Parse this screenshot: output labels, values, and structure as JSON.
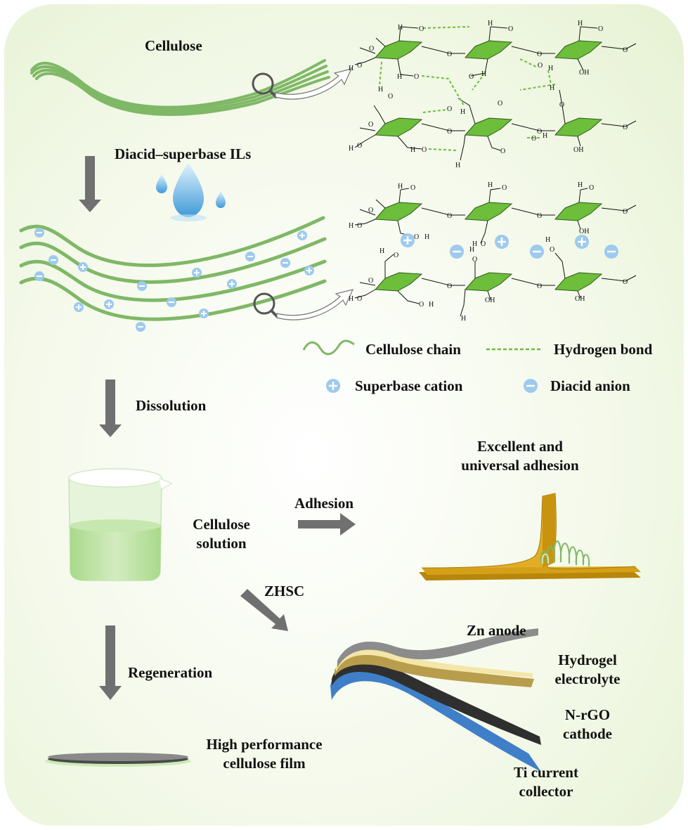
{
  "labels": {
    "cellulose": "Cellulose",
    "ils": "Diacid–superbase ILs",
    "dissolution": "Dissolution",
    "solution": [
      "Cellulose",
      "solution"
    ],
    "adhesion": "Adhesion",
    "excellent": [
      "Excellent and",
      "universal adhesion"
    ],
    "zhsc": "ZHSC",
    "regeneration": "Regeneration",
    "film": [
      "High performance",
      "cellulose film"
    ],
    "zn_anode": "Zn anode",
    "hydrogel": [
      "Hydrogel",
      "electrolyte"
    ],
    "nrgo": [
      "N-rGO",
      "cathode"
    ],
    "ti": [
      "Ti current",
      "collector"
    ]
  },
  "legend": {
    "chain": "Cellulose chain",
    "hbond": "Hydrogen bond",
    "cation": "Superbase cation",
    "anion": "Diacid anion"
  },
  "atoms": {
    "o": "O",
    "h": "H",
    "oh": "OH"
  },
  "colors": {
    "panel_bg": "#eaf4dc",
    "fiber": "#8fc27a",
    "ring": "#6cbe3b",
    "ion": "#9ecaee",
    "arrow": "#707070",
    "zn": "#8c8c8c",
    "gel": "#f3e6a8",
    "cathode": "#2f2f2f",
    "ti": "#3f7fc8",
    "gold": "#d4a017"
  }
}
